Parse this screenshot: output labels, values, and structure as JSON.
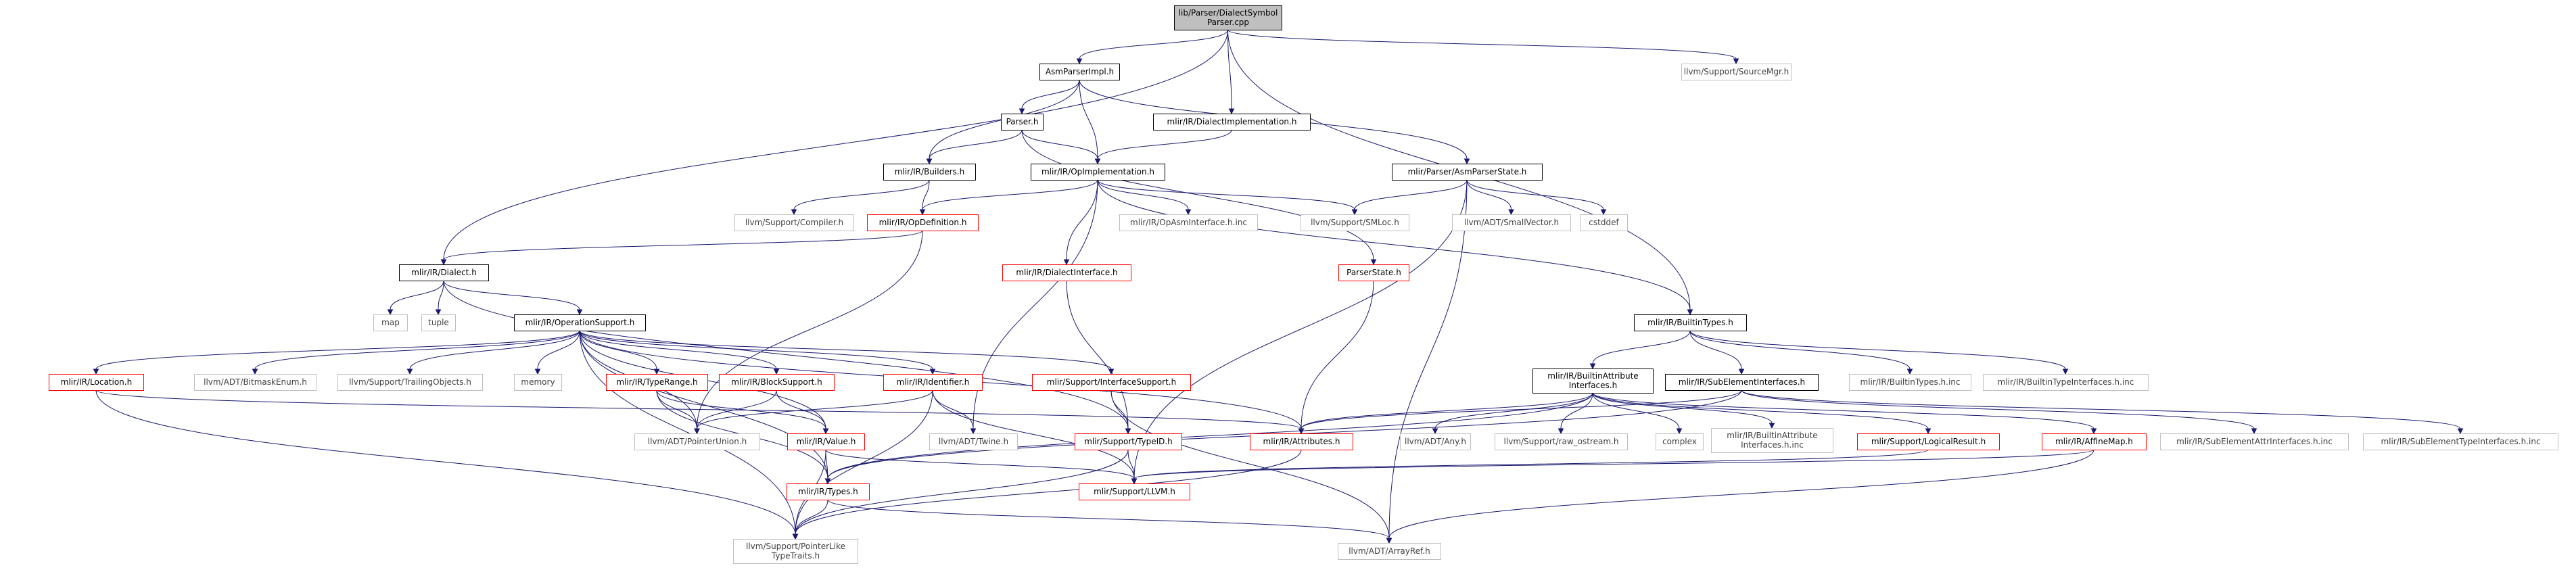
{
  "colors": {
    "edge": "#191970",
    "root_fill": "#bfbfbf",
    "node_border_black": "#000000",
    "node_border_red": "#ff0000",
    "node_border_gray": "#bfbfbf",
    "text_dark": "#000000",
    "text_gray": "#404040"
  },
  "nodes": [
    {
      "id": "root",
      "lines": [
        "lib/Parser/DialectSymbol",
        "Parser.cpp"
      ],
      "kind": "root"
    },
    {
      "id": "asmparserimpl",
      "lines": [
        "AsmParserImpl.h"
      ],
      "kind": "black"
    },
    {
      "id": "sourcemgr",
      "lines": [
        "llvm/Support/SourceMgr.h"
      ],
      "kind": "gray"
    },
    {
      "id": "parser",
      "lines": [
        "Parser.h"
      ],
      "kind": "black"
    },
    {
      "id": "dialectimpl",
      "lines": [
        "mlir/IR/DialectImplementation.h"
      ],
      "kind": "black"
    },
    {
      "id": "builders",
      "lines": [
        "mlir/IR/Builders.h"
      ],
      "kind": "black"
    },
    {
      "id": "opimpl",
      "lines": [
        "mlir/IR/OpImplementation.h"
      ],
      "kind": "black"
    },
    {
      "id": "asmparserstate",
      "lines": [
        "mlir/Parser/AsmParserState.h"
      ],
      "kind": "black"
    },
    {
      "id": "compiler",
      "lines": [
        "llvm/Support/Compiler.h"
      ],
      "kind": "gray"
    },
    {
      "id": "opdefinition",
      "lines": [
        "mlir/IR/OpDefinition.h"
      ],
      "kind": "red"
    },
    {
      "id": "opasminterface",
      "lines": [
        "mlir/IR/OpAsmInterface.h.inc"
      ],
      "kind": "gray"
    },
    {
      "id": "smloc",
      "lines": [
        "llvm/Support/SMLoc.h"
      ],
      "kind": "gray"
    },
    {
      "id": "smallvector",
      "lines": [
        "llvm/ADT/SmallVector.h"
      ],
      "kind": "gray"
    },
    {
      "id": "cstddef",
      "lines": [
        "cstddef"
      ],
      "kind": "gray"
    },
    {
      "id": "dialect",
      "lines": [
        "mlir/IR/Dialect.h"
      ],
      "kind": "black"
    },
    {
      "id": "dialectinterface",
      "lines": [
        "mlir/IR/DialectInterface.h"
      ],
      "kind": "red"
    },
    {
      "id": "parserstate",
      "lines": [
        "ParserState.h"
      ],
      "kind": "red"
    },
    {
      "id": "map",
      "lines": [
        "map"
      ],
      "kind": "gray"
    },
    {
      "id": "tuple",
      "lines": [
        "tuple"
      ],
      "kind": "gray"
    },
    {
      "id": "opsupport",
      "lines": [
        "mlir/IR/OperationSupport.h"
      ],
      "kind": "black"
    },
    {
      "id": "builtintypes",
      "lines": [
        "mlir/IR/BuiltinTypes.h"
      ],
      "kind": "black"
    },
    {
      "id": "location",
      "lines": [
        "mlir/IR/Location.h"
      ],
      "kind": "red"
    },
    {
      "id": "bitmaskenum",
      "lines": [
        "llvm/ADT/BitmaskEnum.h"
      ],
      "kind": "gray"
    },
    {
      "id": "trailingobjects",
      "lines": [
        "llvm/Support/TrailingObjects.h"
      ],
      "kind": "gray"
    },
    {
      "id": "memory",
      "lines": [
        "memory"
      ],
      "kind": "gray"
    },
    {
      "id": "typerange",
      "lines": [
        "mlir/IR/TypeRange.h"
      ],
      "kind": "red"
    },
    {
      "id": "blocksupport",
      "lines": [
        "mlir/IR/BlockSupport.h"
      ],
      "kind": "red"
    },
    {
      "id": "identifier",
      "lines": [
        "mlir/IR/Identifier.h"
      ],
      "kind": "red"
    },
    {
      "id": "interfacesupport",
      "lines": [
        "mlir/Support/InterfaceSupport.h"
      ],
      "kind": "red"
    },
    {
      "id": "builtinattrif",
      "lines": [
        "mlir/IR/BuiltinAttribute",
        "Interfaces.h"
      ],
      "kind": "black"
    },
    {
      "id": "subelementif",
      "lines": [
        "mlir/IR/SubElementInterfaces.h"
      ],
      "kind": "black"
    },
    {
      "id": "builtintypesinc",
      "lines": [
        "mlir/IR/BuiltinTypes.h.inc"
      ],
      "kind": "gray"
    },
    {
      "id": "builtintypeifinc",
      "lines": [
        "mlir/IR/BuiltinTypeInterfaces.h.inc"
      ],
      "kind": "gray"
    },
    {
      "id": "pointerunion",
      "lines": [
        "llvm/ADT/PointerUnion.h"
      ],
      "kind": "gray"
    },
    {
      "id": "value",
      "lines": [
        "mlir/IR/Value.h"
      ],
      "kind": "red"
    },
    {
      "id": "twine",
      "lines": [
        "llvm/ADT/Twine.h"
      ],
      "kind": "gray"
    },
    {
      "id": "typeid",
      "lines": [
        "mlir/Support/TypeID.h"
      ],
      "kind": "red"
    },
    {
      "id": "attributes",
      "lines": [
        "mlir/IR/Attributes.h"
      ],
      "kind": "red"
    },
    {
      "id": "any",
      "lines": [
        "llvm/ADT/Any.h"
      ],
      "kind": "gray"
    },
    {
      "id": "rawostream",
      "lines": [
        "llvm/Support/raw_ostream.h"
      ],
      "kind": "gray"
    },
    {
      "id": "complex",
      "lines": [
        "complex"
      ],
      "kind": "gray"
    },
    {
      "id": "builtinattrifinc",
      "lines": [
        "mlir/IR/BuiltinAttribute",
        "Interfaces.h.inc"
      ],
      "kind": "gray"
    },
    {
      "id": "logicalresult",
      "lines": [
        "mlir/Support/LogicalResult.h"
      ],
      "kind": "red"
    },
    {
      "id": "affinemap",
      "lines": [
        "mlir/IR/AffineMap.h"
      ],
      "kind": "red"
    },
    {
      "id": "subelemattrifinc",
      "lines": [
        "mlir/IR/SubElementAttrInterfaces.h.inc"
      ],
      "kind": "gray"
    },
    {
      "id": "subelemtypeifinc",
      "lines": [
        "mlir/IR/SubElementTypeInterfaces.h.inc"
      ],
      "kind": "gray"
    },
    {
      "id": "types",
      "lines": [
        "mlir/IR/Types.h"
      ],
      "kind": "red"
    },
    {
      "id": "llvmh",
      "lines": [
        "mlir/Support/LLVM.h"
      ],
      "kind": "red"
    },
    {
      "id": "pointerlike",
      "lines": [
        "llvm/Support/PointerLike",
        "TypeTraits.h"
      ],
      "kind": "gray"
    },
    {
      "id": "arrayref",
      "lines": [
        "llvm/ADT/ArrayRef.h"
      ],
      "kind": "gray"
    }
  ]
}
